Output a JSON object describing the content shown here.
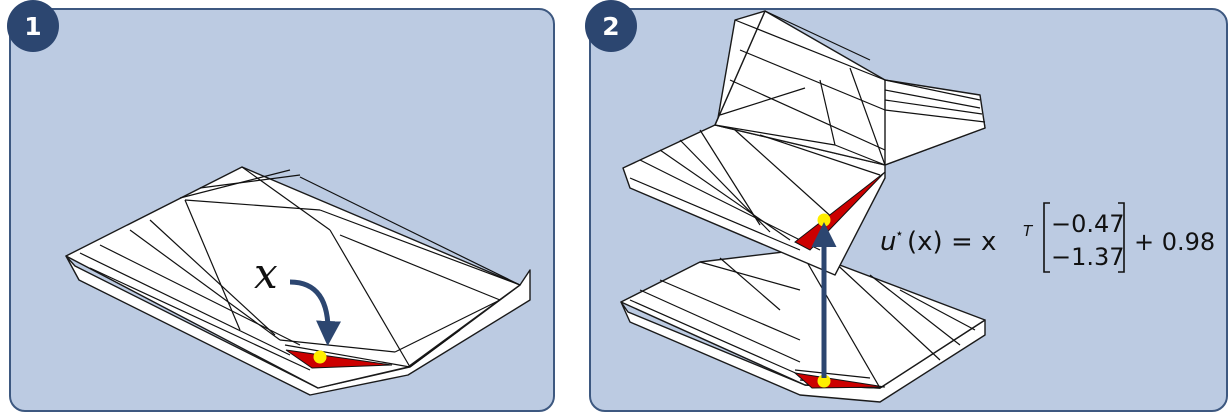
{
  "panels": [
    {
      "step": "1",
      "variable_label": "x"
    },
    {
      "step": "2",
      "formula": {
        "lhs": "u",
        "star": "⋆",
        "arg": "(x) = x",
        "transpose": "T",
        "matrix": [
          "−0.47",
          "−1.37"
        ],
        "offset": "+ 0.98"
      }
    }
  ],
  "colors": {
    "panel_bg": "#bccbe2",
    "panel_border": "#3d5880",
    "badge": "#2c4670",
    "arrow": "#2c4670",
    "region": "#cc0000",
    "point": "#ffee00"
  }
}
